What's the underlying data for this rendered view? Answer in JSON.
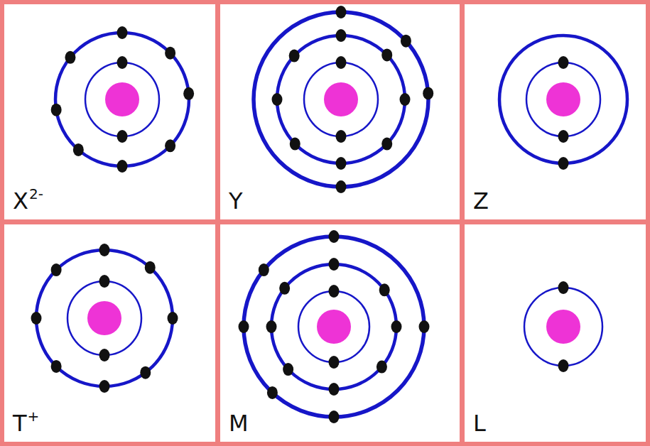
{
  "diagram": {
    "nodes": [
      {
        "text": [
          "X",
          "2-"
        ]
      },
      {
        "text": [
          "Y"
        ]
      },
      {
        "text": [
          "Z"
        ]
      },
      {
        "text": [
          "T",
          "+"
        ]
      },
      {
        "text": [
          "M"
        ]
      },
      {
        "text": [
          "L"
        ]
      }
    ]
  }
}
